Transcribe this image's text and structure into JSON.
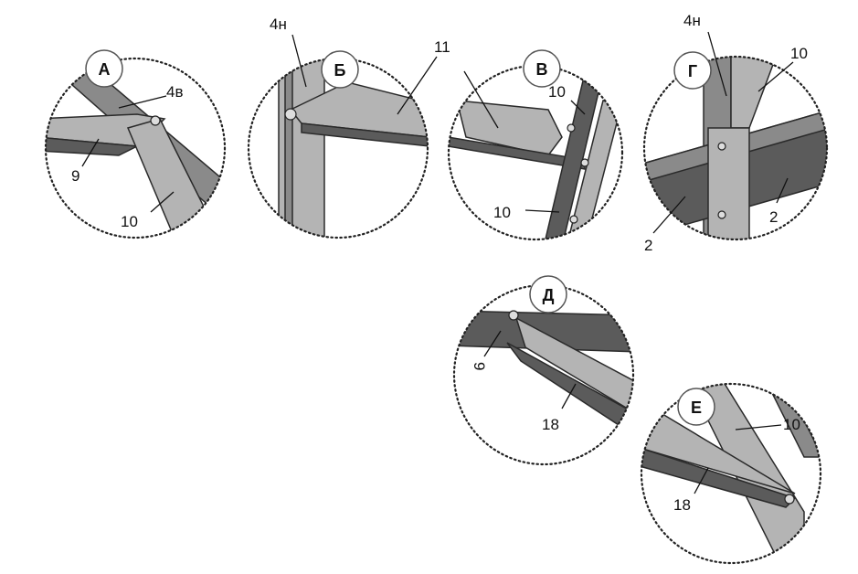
{
  "details": [
    {
      "id": "A",
      "badge": "А",
      "labels": [
        "4в",
        "9",
        "10"
      ]
    },
    {
      "id": "B",
      "badge": "Б",
      "labels": [
        "4н",
        "11"
      ]
    },
    {
      "id": "V",
      "badge": "В",
      "labels": [
        "10",
        "10"
      ]
    },
    {
      "id": "G",
      "badge": "Г",
      "labels": [
        "4н",
        "10",
        "2",
        "2"
      ]
    },
    {
      "id": "D",
      "badge": "Д",
      "labels": [
        "9",
        "18"
      ]
    },
    {
      "id": "E",
      "badge": "Е",
      "labels": [
        "10",
        "18"
      ]
    }
  ]
}
